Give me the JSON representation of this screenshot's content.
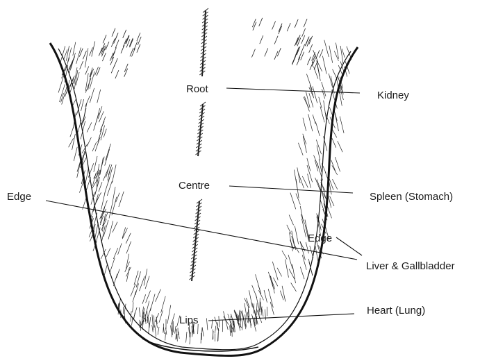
{
  "diagram": {
    "labels": {
      "root": "Root",
      "centre": "Centre",
      "lips": "Lips",
      "edge_left": "Edge",
      "edge_right": "Edge"
    },
    "organs": {
      "kidney": "Kidney",
      "spleen": "Spleen (Stomach)",
      "liver": "Liver & Gallbladder",
      "heart": "Heart (Lung)"
    }
  },
  "colors": {
    "ink": "#1a1a1a",
    "background": "#ffffff"
  }
}
